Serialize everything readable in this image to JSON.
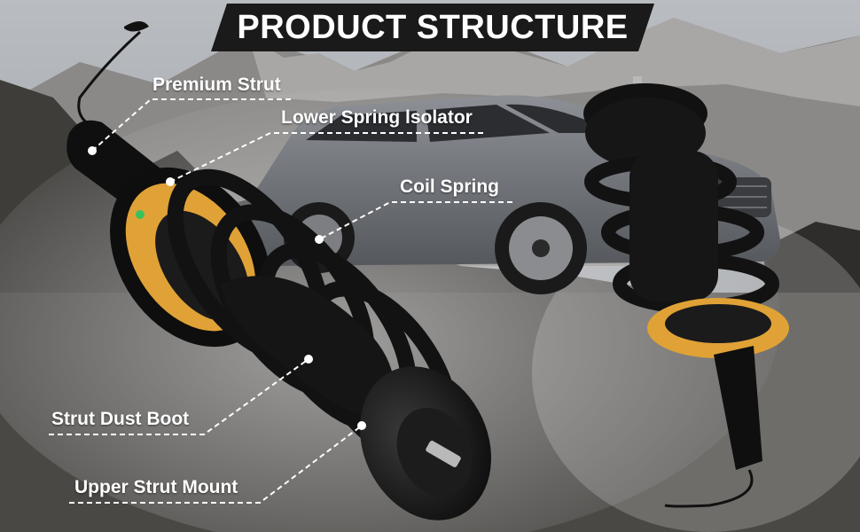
{
  "title": "PRODUCT STRUCTURE",
  "callouts": {
    "premium_strut": "Premium Strut",
    "lower_spring_isolator": "Lower Spring lsolator",
    "coil_spring": "Coil Spring",
    "strut_dust_boot": "Strut Dust Boot",
    "upper_strut_mount": "Upper Strut Mount"
  },
  "colors": {
    "isolator_yellow": "#e0a236",
    "spring_black": "#121212",
    "sky": "#c9cdd2",
    "mountain": "#3f3d3a"
  }
}
